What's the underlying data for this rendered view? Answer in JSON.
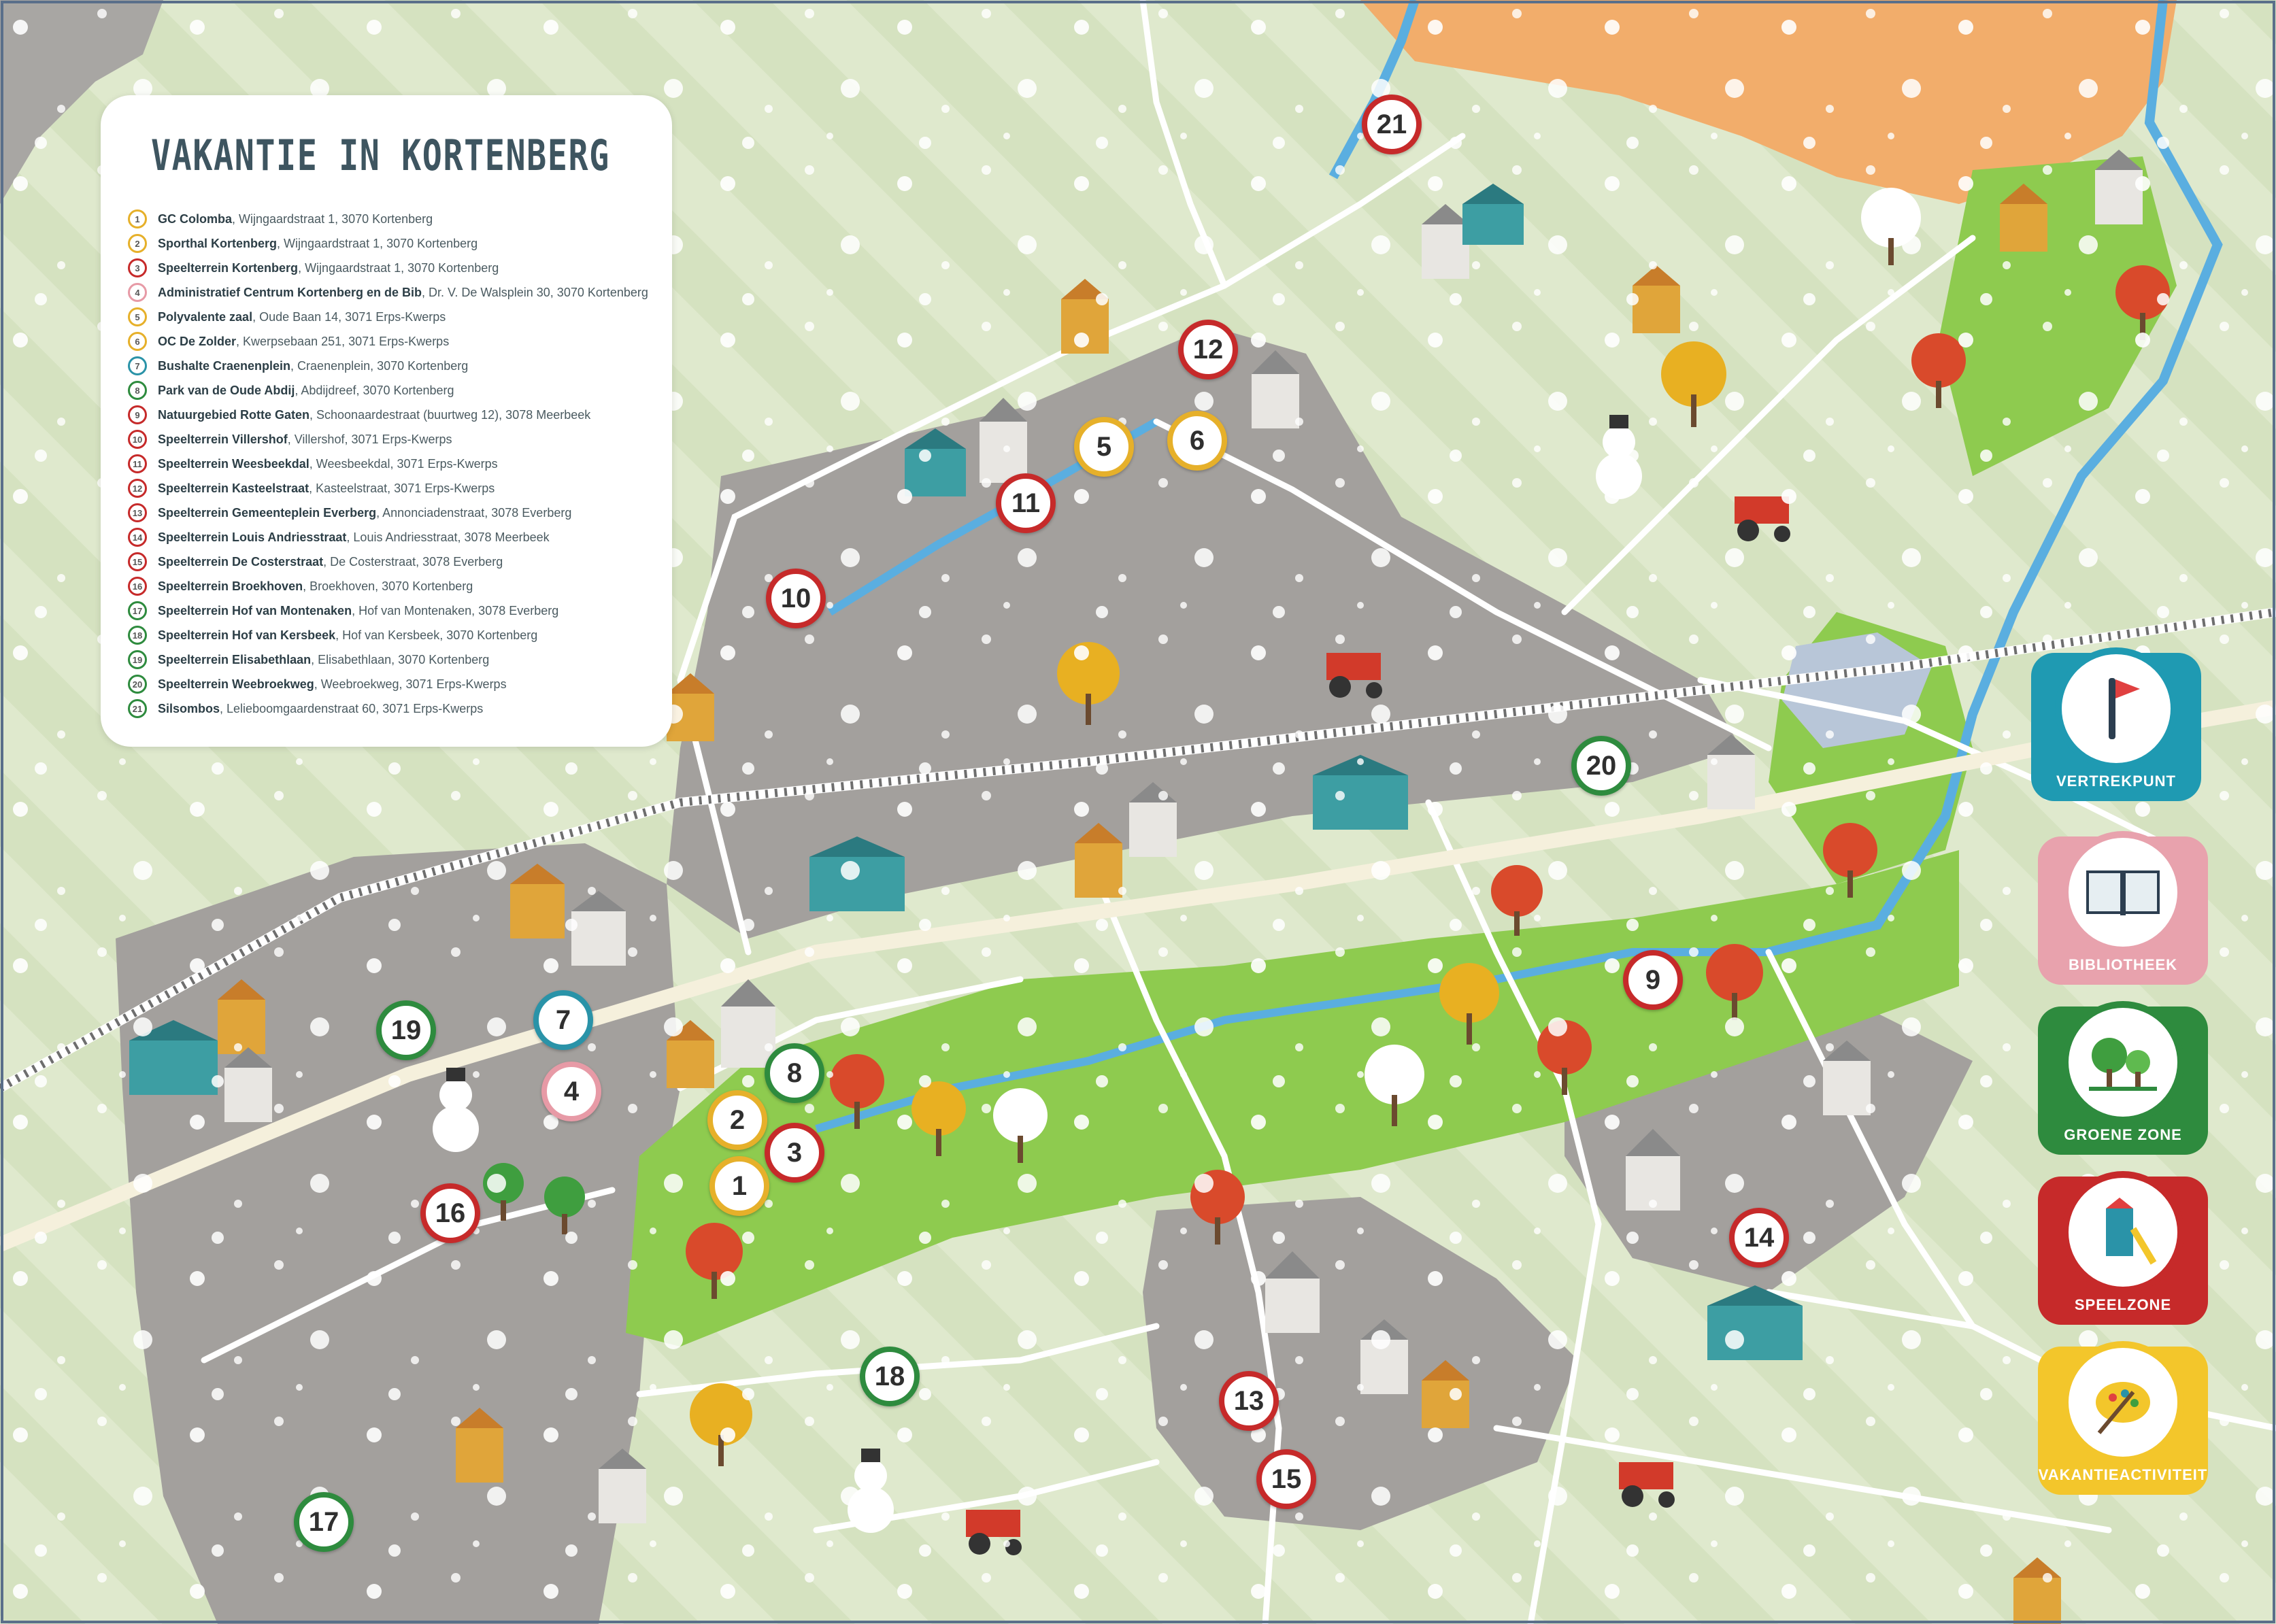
{
  "legend": {
    "title": "VAKANTIE IN KORTENBERG",
    "items": [
      {
        "num": "1",
        "name": "GC Colomba",
        "address": "Wijngaardstraat 1, 3070 Kortenberg",
        "color": "#e6b02a"
      },
      {
        "num": "2",
        "name": "Sporthal Kortenberg",
        "address": "Wijngaardstraat 1, 3070 Kortenberg",
        "color": "#e6b02a"
      },
      {
        "num": "3",
        "name": "Speelterrein Kortenberg",
        "address": "Wijngaardstraat 1, 3070 Kortenberg",
        "color": "#c62a2a"
      },
      {
        "num": "4",
        "name": "Administratief Centrum Kortenberg en de Bib",
        "address": "Dr. V. De Walsplein 30, 3070 Kortenberg",
        "color": "#e79aa6"
      },
      {
        "num": "5",
        "name": "Polyvalente zaal",
        "address": "Oude Baan 14, 3071 Erps-Kwerps",
        "color": "#e6b02a"
      },
      {
        "num": "6",
        "name": "OC De Zolder",
        "address": "Kwerpsebaan 251, 3071 Erps-Kwerps",
        "color": "#e6b02a"
      },
      {
        "num": "7",
        "name": "Bushalte Craenenplein",
        "address": "Craenenplein, 3070 Kortenberg",
        "color": "#2a93a8"
      },
      {
        "num": "8",
        "name": "Park van de Oude Abdij",
        "address": "Abdijdreef, 3070 Kortenberg",
        "color": "#2e8b3e"
      },
      {
        "num": "9",
        "name": "Natuurgebied Rotte Gaten",
        "address": "Schoonaardestraat (buurtweg 12), 3078 Meerbeek",
        "color": "#c62a2a"
      },
      {
        "num": "10",
        "name": "Speelterrein Villershof",
        "address": "Villershof, 3071 Erps-Kwerps",
        "color": "#c62a2a"
      },
      {
        "num": "11",
        "name": "Speelterrein Weesbeekdal",
        "address": "Weesbeekdal, 3071 Erps-Kwerps",
        "color": "#c62a2a"
      },
      {
        "num": "12",
        "name": "Speelterrein Kasteelstraat",
        "address": "Kasteelstraat, 3071 Erps-Kwerps",
        "color": "#c62a2a"
      },
      {
        "num": "13",
        "name": "Speelterrein Gemeenteplein Everberg",
        "address": "Annonciadenstraat, 3078 Everberg",
        "color": "#c62a2a"
      },
      {
        "num": "14",
        "name": "Speelterrein Louis Andriesstraat",
        "address": "Louis Andriesstraat, 3078 Meerbeek",
        "color": "#c62a2a"
      },
      {
        "num": "15",
        "name": "Speelterrein De Costerstraat",
        "address": "De Costerstraat, 3078 Everberg",
        "color": "#c62a2a"
      },
      {
        "num": "16",
        "name": "Speelterrein Broekhoven",
        "address": "Broekhoven, 3070 Kortenberg",
        "color": "#c62a2a"
      },
      {
        "num": "17",
        "name": "Speelterrein Hof van Montenaken",
        "address": "Hof van Montenaken, 3078 Everberg",
        "color": "#2e8b3e"
      },
      {
        "num": "18",
        "name": "Speelterrein Hof van Kersbeek",
        "address": "Hof van Kersbeek, 3070 Kortenberg",
        "color": "#2e8b3e"
      },
      {
        "num": "19",
        "name": "Speelterrein Elisabethlaan",
        "address": "Elisabethlaan, 3070 Kortenberg",
        "color": "#2e8b3e"
      },
      {
        "num": "20",
        "name": "Speelterrein Weebroekweg",
        "address": "Weebroekweg, 3071 Erps-Kwerps",
        "color": "#2e8b3e"
      },
      {
        "num": "21",
        "name": "Silsombos",
        "address": "Lelieboomgaardenstraat 60, 3071 Erps-Kwerps",
        "color": "#2e8b3e"
      }
    ]
  },
  "markers": [
    {
      "num": "1",
      "color": "#e6b02a"
    },
    {
      "num": "2",
      "color": "#e6b02a"
    },
    {
      "num": "3",
      "color": "#c62a2a"
    },
    {
      "num": "4",
      "color": "#e79aa6"
    },
    {
      "num": "5",
      "color": "#e6b02a"
    },
    {
      "num": "6",
      "color": "#e6b02a"
    },
    {
      "num": "7",
      "color": "#2a93a8"
    },
    {
      "num": "8",
      "color": "#2e8b3e"
    },
    {
      "num": "9",
      "color": "#c62a2a"
    },
    {
      "num": "10",
      "color": "#c62a2a"
    },
    {
      "num": "11",
      "color": "#c62a2a"
    },
    {
      "num": "12",
      "color": "#c62a2a"
    },
    {
      "num": "13",
      "color": "#c62a2a"
    },
    {
      "num": "14",
      "color": "#c62a2a"
    },
    {
      "num": "15",
      "color": "#c62a2a"
    },
    {
      "num": "16",
      "color": "#c62a2a"
    },
    {
      "num": "17",
      "color": "#2e8b3e"
    },
    {
      "num": "18",
      "color": "#2e8b3e"
    },
    {
      "num": "19",
      "color": "#2e8b3e"
    },
    {
      "num": "20",
      "color": "#2e8b3e"
    },
    {
      "num": "21",
      "color": "#c62a2a"
    }
  ],
  "side_legend": [
    {
      "label": "VERTREKPUNT",
      "icon": "flag-icon",
      "color": "#1f9ab2"
    },
    {
      "label": "BIBLIOTHEEK",
      "icon": "book-icon",
      "color": "#e8a2ad"
    },
    {
      "label": "GROENE ZONE",
      "icon": "park-icon",
      "color": "#2e8b3e"
    },
    {
      "label": "SPEELZONE",
      "icon": "playground-icon",
      "color": "#c62a2a"
    },
    {
      "label": "VAKANTIEACTIVITEIT",
      "icon": "craft-icon",
      "color": "#f3c62b"
    }
  ],
  "colors": {
    "field": "#d7e3c4",
    "built_area": "#9e9b98",
    "water": "#5aaee0",
    "orange_zone": "#f2ad6b",
    "park_green": "#8ecb4f",
    "road": "#ffffff",
    "main_road": "#f5f0dc"
  }
}
